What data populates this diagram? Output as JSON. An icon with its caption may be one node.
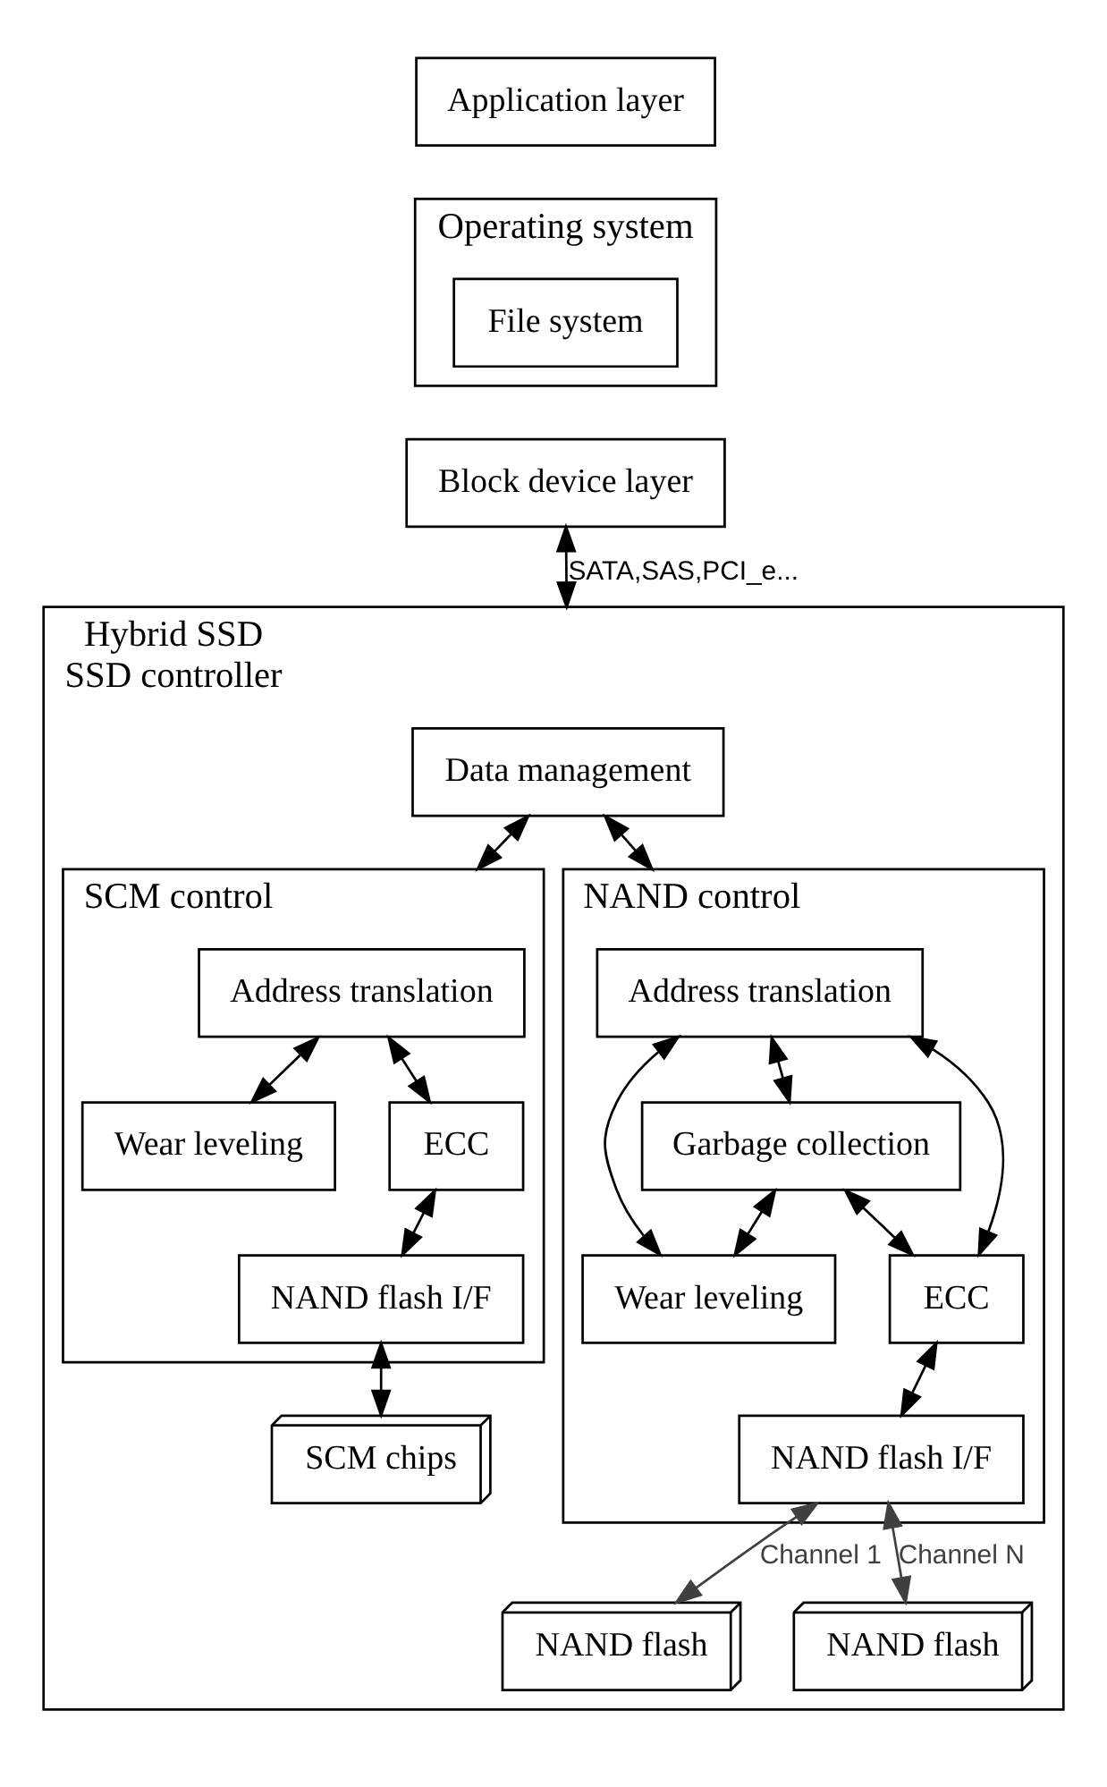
{
  "diagram": {
    "nodes": [
      {
        "text": [
          "Application layer"
        ]
      },
      {
        "text": [
          "Operating system"
        ]
      },
      {
        "text": [
          "File system"
        ],
        "in": 1
      },
      {
        "text": [
          "Block device layer"
        ]
      },
      {
        "text": [
          "Hybrid SSD",
          "SSD controller"
        ]
      },
      {
        "text": [
          "Data management"
        ],
        "in": 4
      },
      {
        "text": [
          "SCM control"
        ],
        "in": 4
      },
      {
        "text": [
          "Address translation"
        ],
        "in": 6
      },
      {
        "text": [
          "Wear leveling"
        ],
        "in": 6
      },
      {
        "text": [
          "ECC"
        ],
        "in": 6
      },
      {
        "text": [
          "NAND flash I/F"
        ],
        "in": 6
      },
      {
        "text": [
          "NAND control"
        ],
        "in": 4
      },
      {
        "text": [
          "Address translation"
        ],
        "in": 11
      },
      {
        "text": [
          "Garbage collection"
        ],
        "in": 11
      },
      {
        "text": [
          "Wear leveling"
        ],
        "in": 11
      },
      {
        "text": [
          "ECC"
        ],
        "in": 11
      },
      {
        "text": [
          "NAND flash I/F"
        ],
        "in": 11
      },
      {
        "text": [
          "SCM chips"
        ],
        "in": 4
      },
      {
        "text": [
          "NAND flash"
        ],
        "in": 4
      },
      {
        "text": [
          "NAND flash"
        ],
        "in": 4
      }
    ],
    "edges": [
      {
        "from": 3,
        "to": 4,
        "arrow": "both",
        "label": "SATA,SAS,PCI_e..."
      },
      {
        "from": 5,
        "to": 6,
        "arrow": "both"
      },
      {
        "from": 5,
        "to": 11,
        "arrow": "both"
      },
      {
        "from": 7,
        "to": 8,
        "arrow": "both"
      },
      {
        "from": 7,
        "to": 9,
        "arrow": "both"
      },
      {
        "from": 9,
        "to": 10,
        "arrow": "both"
      },
      {
        "from": 12,
        "to": 13,
        "arrow": "both"
      },
      {
        "from": 12,
        "to": 14,
        "arrow": "both"
      },
      {
        "from": 13,
        "to": 14,
        "arrow": "both"
      },
      {
        "from": 12,
        "to": 15,
        "arrow": "both"
      },
      {
        "from": 13,
        "to": 15,
        "arrow": "both"
      },
      {
        "from": 15,
        "to": 16,
        "arrow": "both"
      },
      {
        "from": 10,
        "to": 17,
        "arrow": "both"
      },
      {
        "from": 16,
        "to": 18,
        "arrow": "both",
        "label": "Channel 1",
        "color": "#404040"
      },
      {
        "from": 16,
        "to": 19,
        "arrow": "both",
        "label": "Channel N",
        "color": "#404040"
      }
    ]
  }
}
